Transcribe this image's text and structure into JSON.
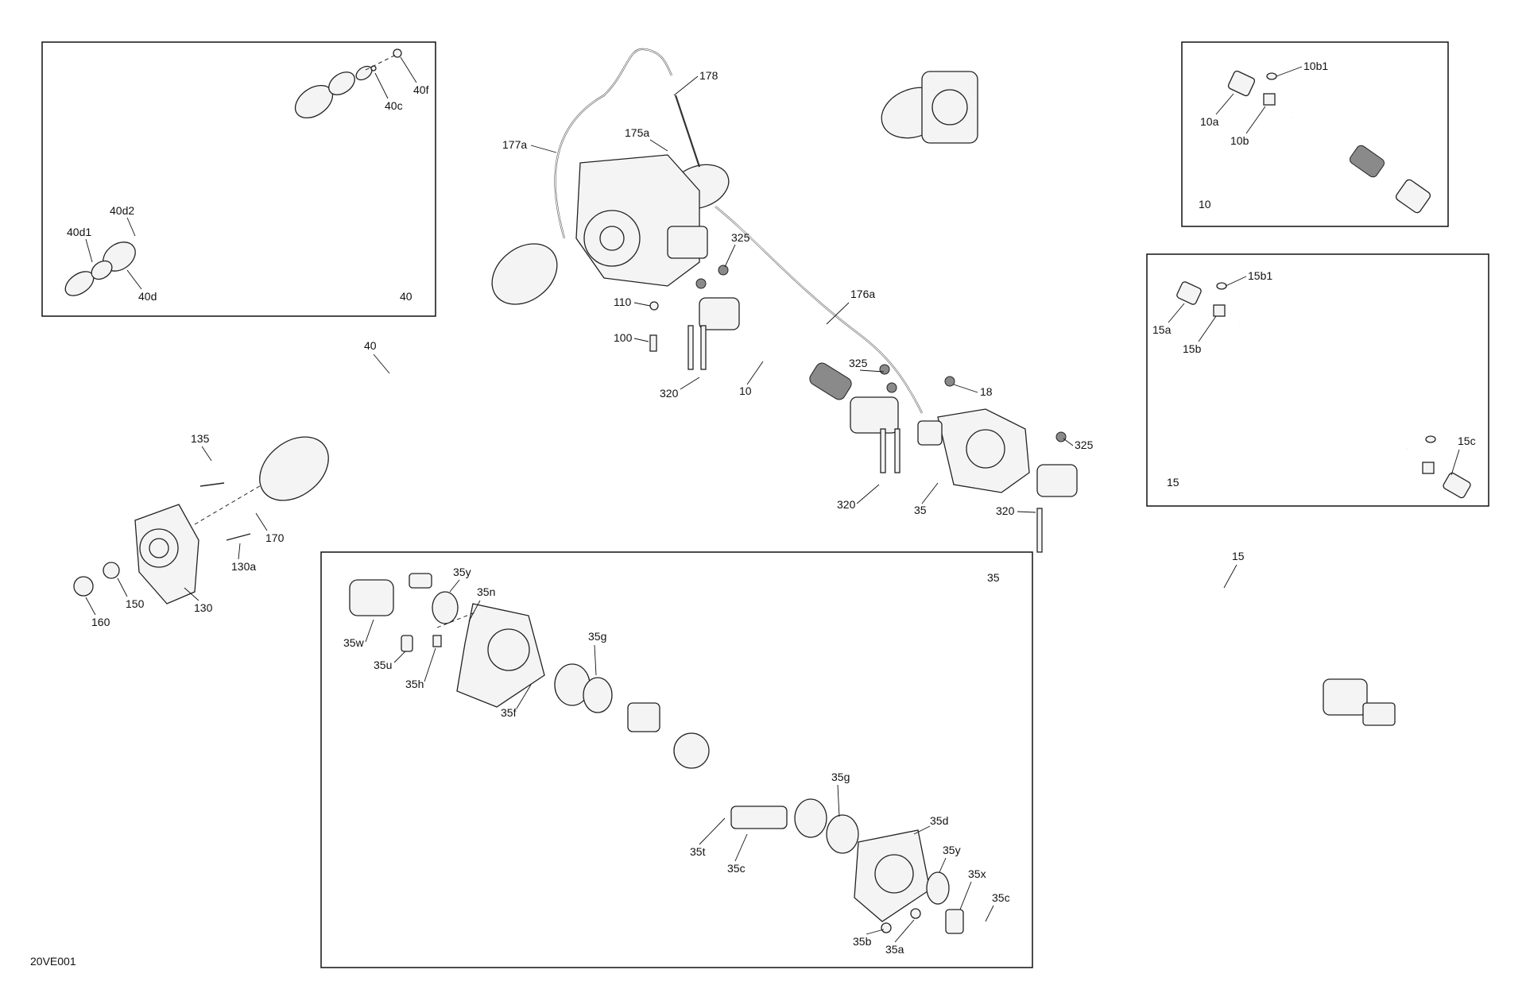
{
  "document": {
    "id": "20VE001"
  },
  "insets": {
    "i40": {
      "title": "40"
    },
    "i10": {
      "title": "10"
    },
    "i15": {
      "title": "15"
    },
    "i35": {
      "title": "35"
    }
  },
  "labels": {
    "l40d1": "40d1",
    "l40d2": "40d2",
    "l40d": "40d",
    "l40c": "40c",
    "l40f": "40f",
    "l10b1": "10b1",
    "l10a": "10a",
    "l10b": "10b",
    "l15b1": "15b1",
    "l15a": "15a",
    "l15b": "15b",
    "l15c": "15c",
    "l178": "178",
    "l177a": "177a",
    "l175a": "175a",
    "l176a": "176a",
    "l325a": "325",
    "l325b": "325",
    "l325c": "325",
    "l110": "110",
    "l100": "100",
    "l320a": "320",
    "l320b": "320",
    "l320c": "320",
    "l10": "10",
    "l18": "18",
    "l35": "35",
    "l40": "40",
    "l15": "15",
    "l135": "135",
    "l170": "170",
    "l130a": "130a",
    "l130": "130",
    "l150": "150",
    "l160": "160",
    "l35y1": "35y",
    "l35n": "35n",
    "l35w": "35w",
    "l35u": "35u",
    "l35h": "35h",
    "l35g1": "35g",
    "l35f": "35f",
    "l35g2": "35g",
    "l35d": "35d",
    "l35y2": "35y",
    "l35x": "35x",
    "l35c1": "35c",
    "l35t": "35t",
    "l35c2": "35c",
    "l35b": "35b",
    "l35a": "35a"
  }
}
